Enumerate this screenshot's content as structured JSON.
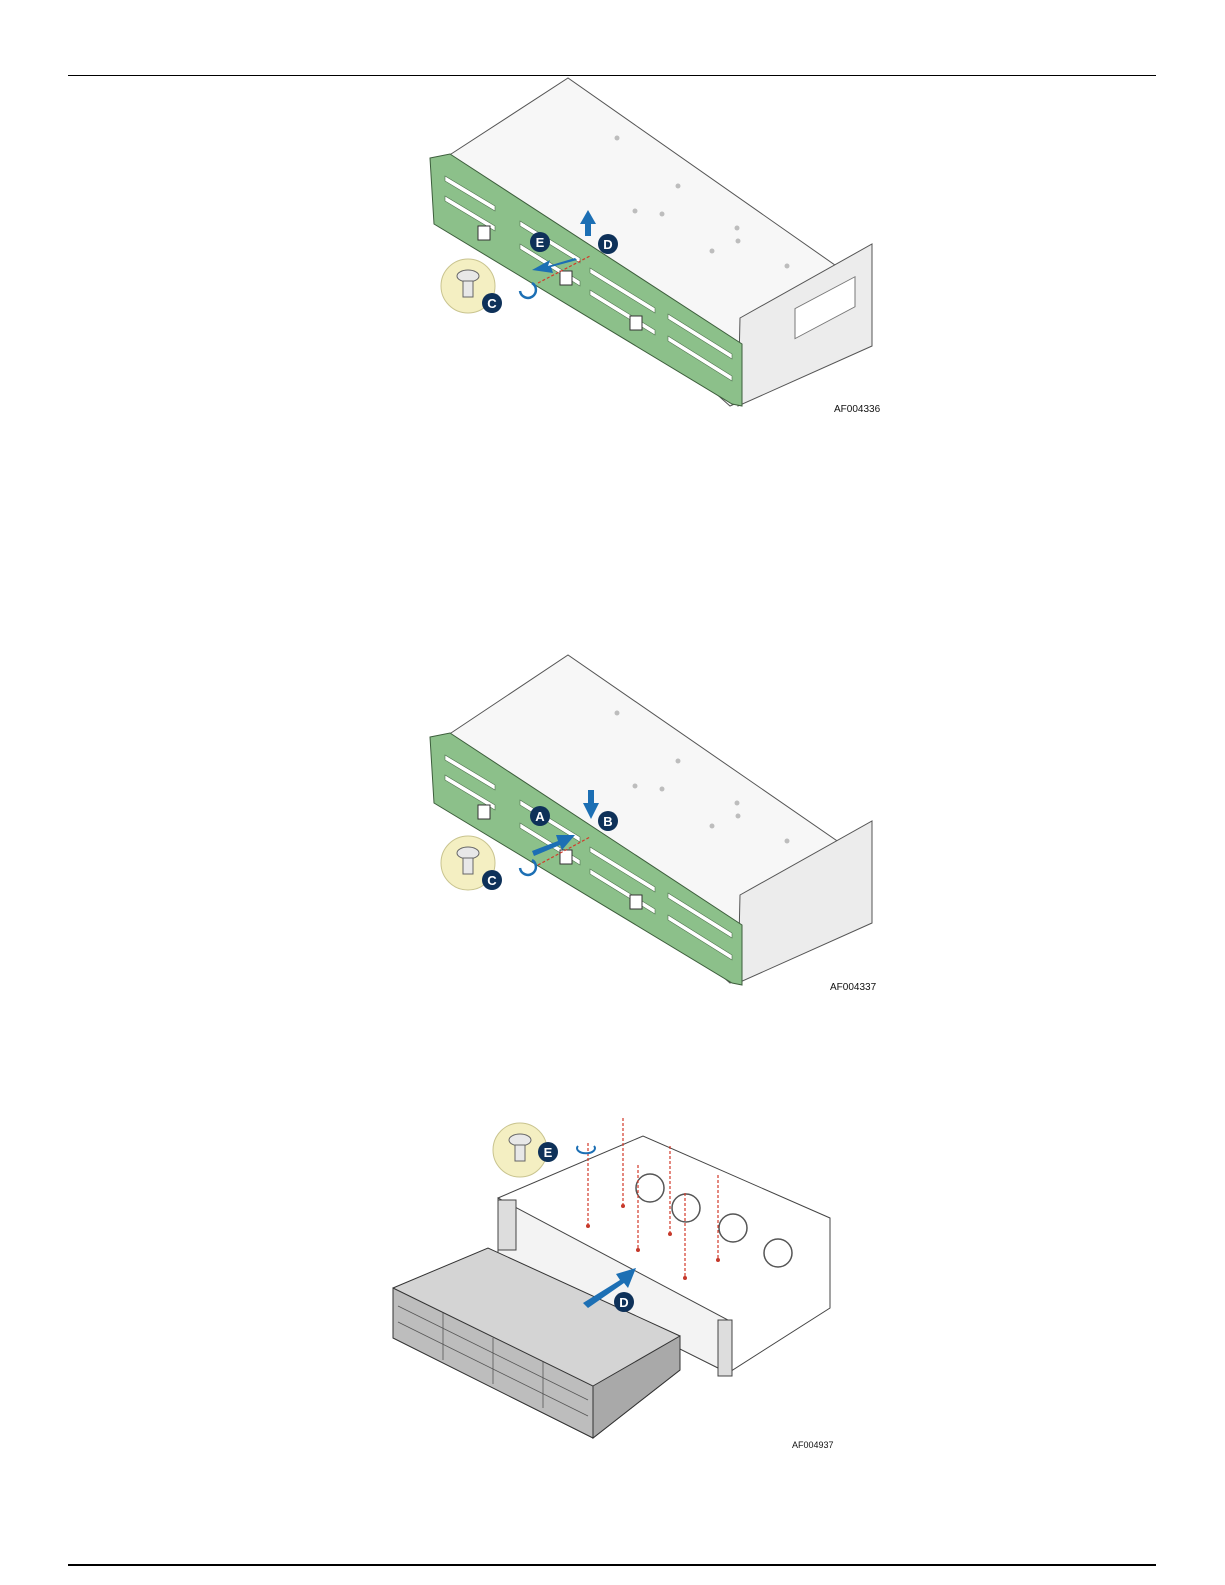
{
  "figures": [
    {
      "figure_id": "AF004336",
      "callouts": [
        "C",
        "D",
        "E"
      ]
    },
    {
      "figure_id": "AF004337",
      "callouts": [
        "A",
        "B",
        "C"
      ]
    },
    {
      "figure_id": "AF004937",
      "callouts": [
        "D",
        "E"
      ]
    }
  ],
  "colors": {
    "backplane": "#8cc08a",
    "arrow": "#1c6fb4",
    "callout": "#0e3159",
    "screw_badge": "#f4efc2",
    "dashed_guide": "#d23a2a"
  }
}
